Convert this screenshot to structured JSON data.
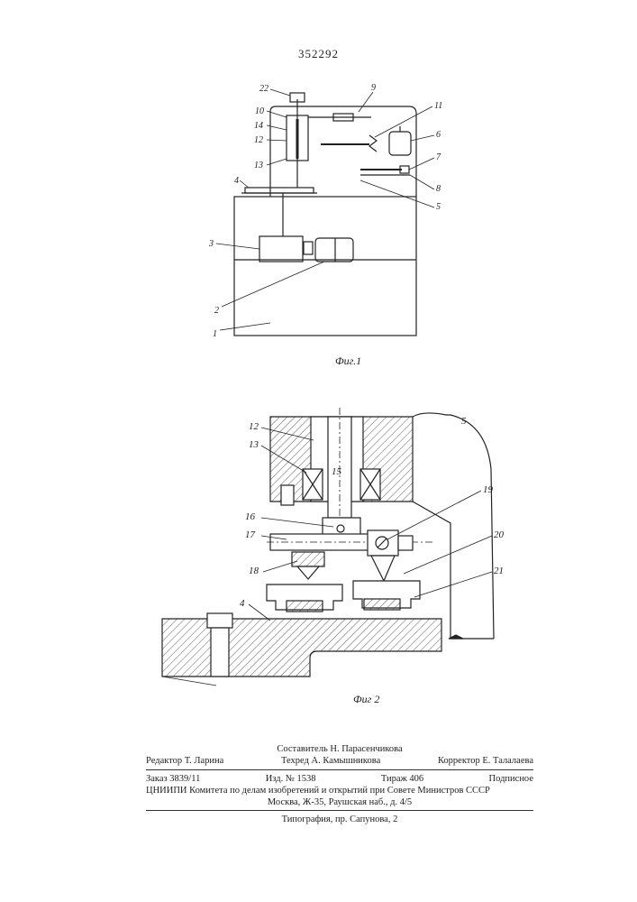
{
  "header": {
    "patent_number": "352292"
  },
  "figure1": {
    "caption": "Фиг.1",
    "labels": [
      "1",
      "2",
      "3",
      "4",
      "5",
      "6",
      "7",
      "8",
      "9",
      "10",
      "11",
      "12",
      "13",
      "14",
      "22"
    ]
  },
  "figure2": {
    "caption": "Фиг 2",
    "labels": [
      "4",
      "5",
      "12",
      "13",
      "15",
      "16",
      "17",
      "18",
      "19",
      "20",
      "21"
    ]
  },
  "footer": {
    "compiler_label": "Составитель",
    "compiler_name": "Н. Парасенчикова",
    "editor_label": "Редактор",
    "editor_name": "Т. Ларина",
    "techeditor_label": "Техред",
    "techeditor_name": "А. Камышникова",
    "corrector_label": "Корректор",
    "corrector_name": "Е. Талалаева",
    "order": "Заказ  3839/11",
    "edition": "Изд. № 1538",
    "circulation": "Тираж  406",
    "subscription": "Подписное",
    "org_line": "ЦНИИПИ Комитета по делам изобретений и открытий при Совете Министров СССР",
    "address_line": "Москва, Ж-35, Раушская наб., д. 4/5",
    "printer_line": "Типография, пр. Сапунова, 2"
  }
}
